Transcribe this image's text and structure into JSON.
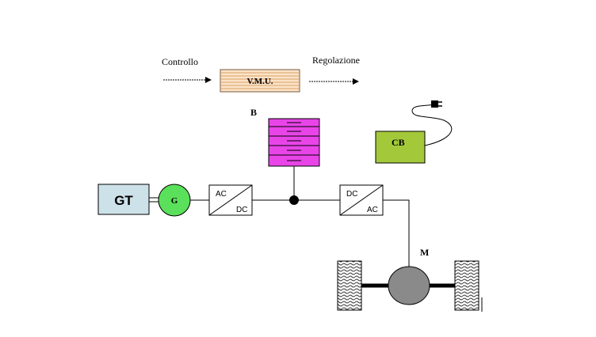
{
  "labels": {
    "control": "Controllo",
    "regulation": "Regolazione",
    "vmu": "V.M.U.",
    "battery": "B",
    "charger": "CB",
    "turbine": "GT",
    "generator": "G",
    "rectifier_in": "AC",
    "rectifier_out": "DC",
    "inverter_in": "DC",
    "inverter_out": "AC",
    "motor": "M"
  },
  "colors": {
    "vmu_fill": "#fbe3c8",
    "vmu_stripe": "#d9a066",
    "battery_fill": "#e844e8",
    "charger_fill": "#a3c93a",
    "turbine_fill": "#cde1e8",
    "generator_fill": "#5be05b",
    "motor_fill": "#8a8a8a",
    "line": "#000000"
  },
  "icons": {
    "plug": "power-plug-icon",
    "wheel": "tire-tread-icon"
  }
}
